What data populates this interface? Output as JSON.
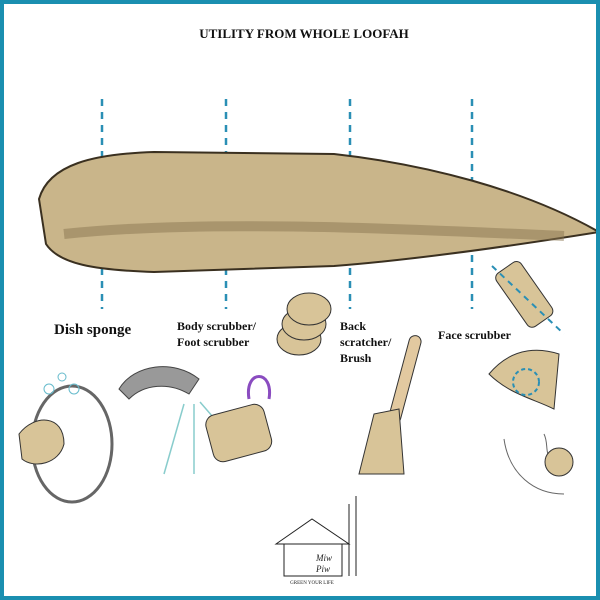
{
  "title": "UTILITY FROM WHOLE LOOFAH",
  "labels": {
    "dish": "Dish sponge",
    "body1": "Body scrubber/",
    "body2": "Foot scrubber",
    "back1": "Back",
    "back2": "scratcher/",
    "back3": "Brush",
    "face": "Face scrubber"
  },
  "logo": {
    "line1": "Miw",
    "line2": "Piw",
    "tagline": "GREEN YOUR LIFE"
  },
  "colors": {
    "loofah": "#c9b58a",
    "dash": "#2a8fb5",
    "border": "#1a8fb0"
  }
}
